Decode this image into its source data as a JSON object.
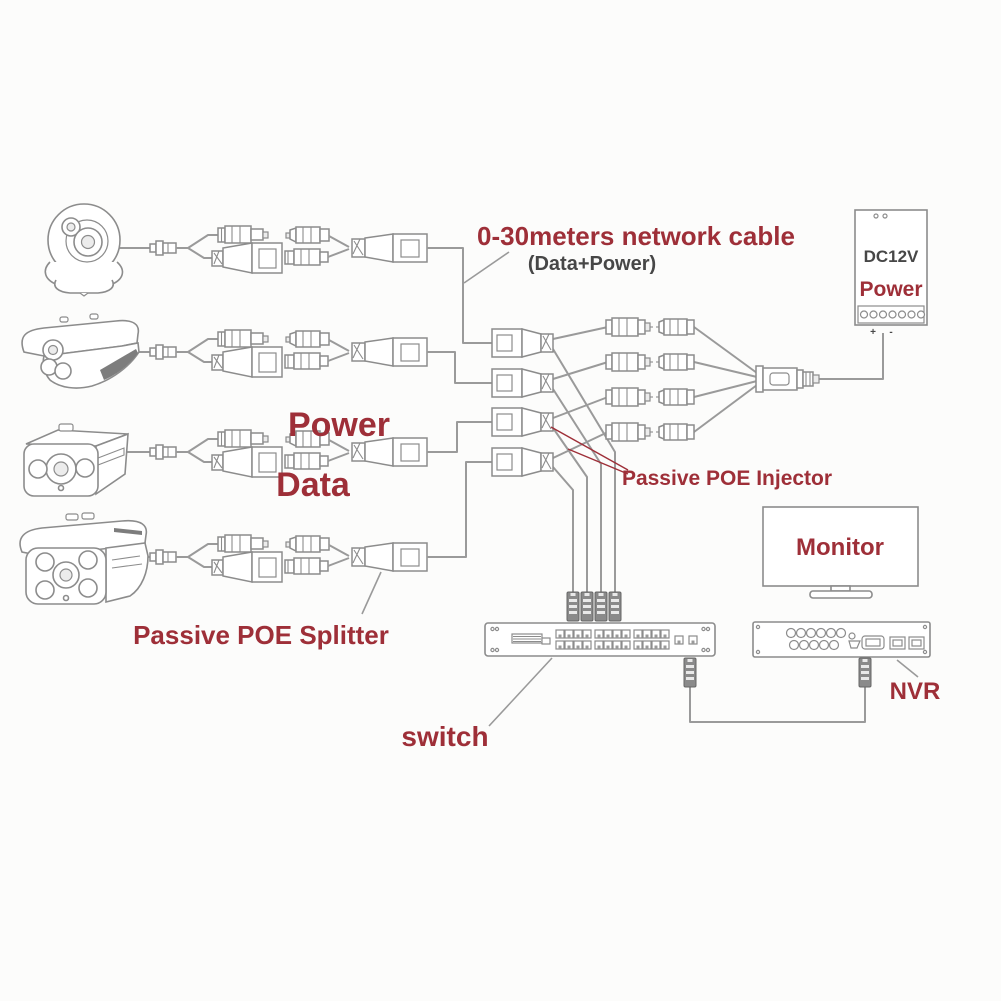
{
  "diagram": {
    "title_hint": "POE camera system wiring diagram",
    "annotations": {
      "network_cable": "0-30meters network cable",
      "network_cable_sub": "(Data+Power)",
      "power": "Power",
      "data": "Data",
      "poe_injector": "Passive POE Injector",
      "poe_splitter": "Passive POE Splitter"
    },
    "nodes": {
      "psu": {
        "line1": "DC12V",
        "line2": "Power",
        "plus": "+",
        "minus": "-"
      },
      "monitor": {
        "label": "Monitor"
      },
      "nvr": {
        "label": "NVR"
      },
      "switch": {
        "label": "switch"
      }
    },
    "icons": [
      "dome-camera",
      "bullet-camera",
      "poe-splitter-cable",
      "poe-injector-cable",
      "rj45-plug",
      "dc-power-plug",
      "network-switch",
      "nvr-recorder",
      "monitor",
      "dc12v-power-supply"
    ],
    "colors": {
      "label_red": "#9e2f38",
      "text_dark": "#474747",
      "line_gray": "#9a9a9a",
      "connector_gray": "#8c8c8c",
      "plug_dark": "#8a8a8a",
      "background": "#fcfcfb"
    }
  }
}
